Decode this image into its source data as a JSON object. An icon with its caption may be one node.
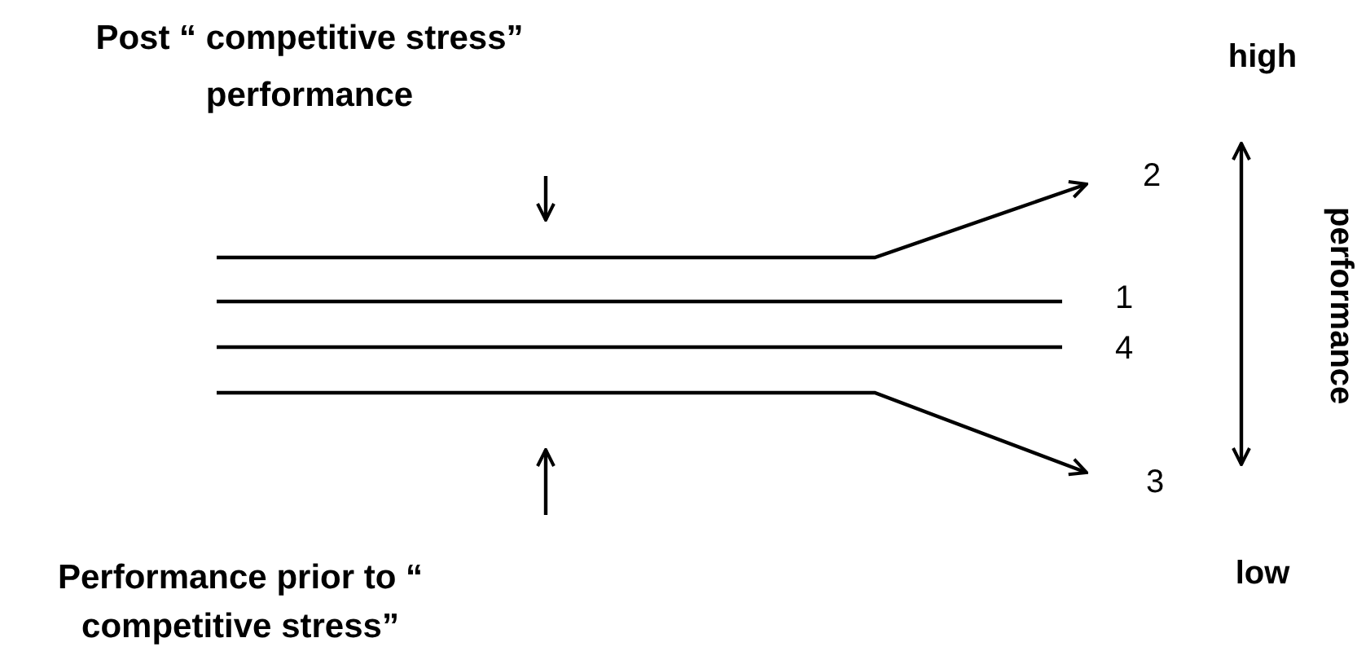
{
  "diagram": {
    "nodes": [
      {
        "text": [
          "2"
        ]
      },
      {
        "text": [
          "1"
        ]
      },
      {
        "text": [
          "4"
        ]
      },
      {
        "text": [
          "3"
        ]
      }
    ],
    "edges": [
      {
        "from": null,
        "to": 0,
        "arrow": "to"
      },
      {
        "from": null,
        "to": 1,
        "arrow": "none"
      },
      {
        "from": null,
        "to": 2,
        "arrow": "none"
      },
      {
        "from": null,
        "to": 3,
        "arrow": "to"
      }
    ],
    "labels": [
      "Post “ competitive stress” performance",
      "high",
      "performance",
      "Performance prior to “ competitive stress”",
      "low"
    ]
  }
}
